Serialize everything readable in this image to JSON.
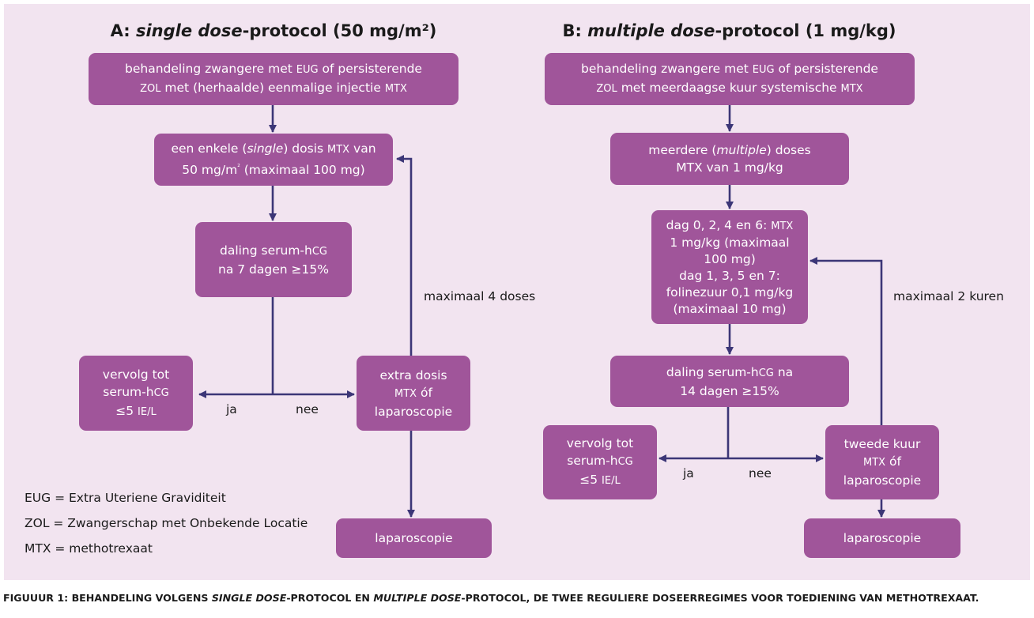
{
  "colors": {
    "box": "#a0559a",
    "arrow": "#3c3677",
    "panel": "#f2e4f0"
  },
  "protocol_a": {
    "title_prefix": "A: ",
    "title_em": "single dose",
    "title_suffix": "-protocol (50 mg/m²)",
    "start": {
      "t1": "behandeling zwangere met ",
      "sc1": "EUG",
      "t2": " of persisterende",
      "sc2": "ZOL",
      "t3": " met (herhaalde) eenmalige injectie ",
      "sc3": "MTX"
    },
    "dose": {
      "t1": "een enkele (",
      "em": "single",
      "t2": ") dosis ",
      "sc1": "MTX",
      "t3": " van",
      "t4": "50 mg/m",
      "mark": "²",
      "t5": " (maximaal 100 mg)"
    },
    "decline": {
      "t1": "daling serum-h",
      "sc1": "CG",
      "t2": "na 7 dagen ≥15%"
    },
    "followup": {
      "t1": "vervolg tot",
      "t2": "serum-h",
      "sc1": "CG",
      "t3": "≤5 ",
      "sc2": "IE/L"
    },
    "extra": {
      "t1": "extra dosis",
      "sc1": "MTX",
      "t2": " óf",
      "t3": "laparoscopie"
    },
    "laparoscopy": "laparoscopie",
    "label_yes": "ja",
    "label_no": "nee",
    "label_loop": "maximaal 4 doses"
  },
  "protocol_b": {
    "title_prefix": "B: ",
    "title_em": "multiple dose",
    "title_suffix": "-protocol (1 mg/kg)",
    "start": {
      "t1": "behandeling zwangere met ",
      "sc1": "EUG",
      "t2": " of persisterende",
      "sc2": "ZOL",
      "t3": " met meerdaagse kuur systemische ",
      "sc3": "MTX"
    },
    "doses": {
      "t1": "meerdere (",
      "em": "multiple",
      "t2": ") doses",
      "t3": "MTX van 1 mg/kg"
    },
    "schedule": {
      "l1": "dag 0, 2, 4 en 6: ",
      "sc1": "MTX",
      "l2": "1 mg/kg (maximaal",
      "l3": "100 mg)",
      "l4": "dag 1, 3, 5 en 7:",
      "l5": "folinezuur 0,1 mg/kg",
      "l6": "(maximaal 10 mg)"
    },
    "decline": {
      "t1": "daling serum-h",
      "sc1": "CG",
      "t2": " na",
      "t3": "14 dagen ≥15%"
    },
    "followup": {
      "t1": "vervolg tot",
      "t2": "serum-h",
      "sc1": "CG",
      "t3": "≤5 ",
      "sc2": "IE/L"
    },
    "second": {
      "t1": "tweede kuur",
      "sc1": "MTX",
      "t2": " óf",
      "t3": "laparoscopie"
    },
    "laparoscopy": "laparoscopie",
    "label_yes": "ja",
    "label_no": "nee",
    "label_loop": "maximaal 2 kuren"
  },
  "legend": [
    "EUG = Extra Uteriene Graviditeit",
    "ZOL = Zwangerschap met Onbekende Locatie",
    "MTX = methotrexaat"
  ],
  "caption": {
    "t1": "FIGUUUR 1: BEHANDELING VOLGENS ",
    "em1": "SINGLE DOSE",
    "t2": "-PROTOCOL EN ",
    "em2": "MULTIPLE DOSE",
    "t3": "-PROTOCOL, DE TWEE REGULIERE DOSEERREGIMES VOOR TOEDIENING VAN METHOTREXAAT."
  }
}
